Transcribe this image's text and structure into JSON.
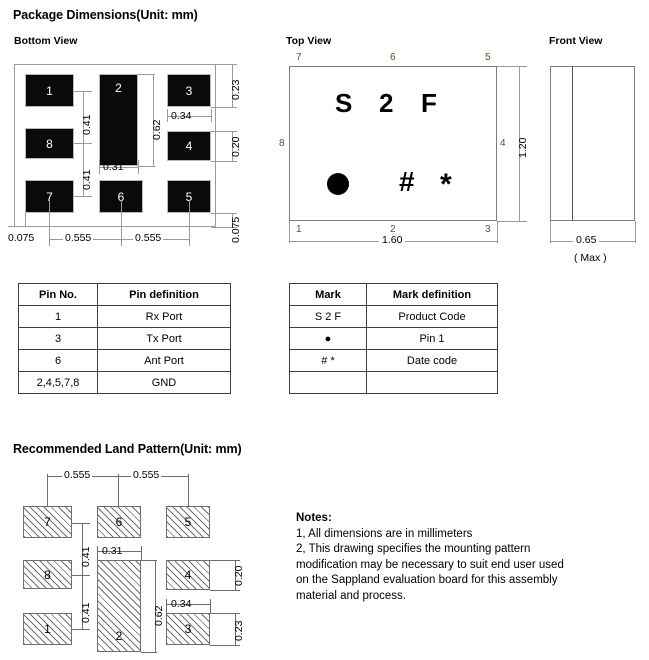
{
  "section1": {
    "title": "Package Dimensions(Unit: mm)",
    "views": {
      "bottom": {
        "label": "Bottom View"
      },
      "top": {
        "label": "Top View"
      },
      "front": {
        "label": "Front View"
      }
    }
  },
  "bottom_view": {
    "pads": [
      {
        "label": "1"
      },
      {
        "label": "2"
      },
      {
        "label": "3"
      },
      {
        "label": "8"
      },
      {
        "label": "4"
      },
      {
        "label": "7"
      },
      {
        "label": "6"
      },
      {
        "label": "5"
      }
    ],
    "dimensions": {
      "pitch_v1": "0.41",
      "pitch_v2": "0.41",
      "pad2_height": "0.62",
      "pad2_width": "0.31",
      "pad3_width": "0.34",
      "gap_top": "0.23",
      "gap_mid": "0.20",
      "gap_bottom": "0.075",
      "edge_left": "0.075",
      "pitch_h1": "0.555",
      "pitch_h2": "0.555"
    }
  },
  "top_view": {
    "pins_top": [
      "7",
      "6",
      "5"
    ],
    "pins_bottom": [
      "1",
      "2",
      "3"
    ],
    "pin_left": "8",
    "pin_right": "4",
    "marking_code": [
      "S",
      "2",
      "F"
    ],
    "marking_symbols": [
      "●",
      "#",
      "*"
    ],
    "dimensions": {
      "width": "1.60",
      "height": "1.20"
    }
  },
  "front_view": {
    "dimensions": {
      "width": "0.65"
    },
    "note": "( Max )"
  },
  "pin_table": {
    "headers": [
      "Pin No.",
      "Pin definition"
    ],
    "rows": [
      {
        "no": "1",
        "def": "Rx Port"
      },
      {
        "no": "3",
        "def": "Tx Port"
      },
      {
        "no": "6",
        "def": "Ant Port"
      },
      {
        "no": "2,4,5,7,8",
        "def": "GND"
      }
    ]
  },
  "mark_table": {
    "headers": [
      "Mark",
      "Mark definition"
    ],
    "rows": [
      {
        "mark": "S 2 F",
        "def": "Product Code"
      },
      {
        "mark": "●",
        "def": "Pin 1"
      },
      {
        "mark": "# *",
        "def": "Date code"
      },
      {
        "mark": "",
        "def": ""
      }
    ]
  },
  "section2": {
    "title": "Recommended Land Pattern(Unit: mm)",
    "pads": [
      {
        "label": "7"
      },
      {
        "label": "6"
      },
      {
        "label": "5"
      },
      {
        "label": "8"
      },
      {
        "label": "2"
      },
      {
        "label": "4"
      },
      {
        "label": "1"
      },
      {
        "label": "3"
      }
    ],
    "dimensions": {
      "pitch_h1": "0.555",
      "pitch_h2": "0.555",
      "pitch_v1": "0.41",
      "pitch_v2": "0.41",
      "pad2_width": "0.31",
      "pad2_height": "0.62",
      "pad4_height": "0.20",
      "pad3_width": "0.34",
      "pad3_height": "0.23"
    }
  },
  "notes": {
    "heading": "Notes:",
    "lines": [
      "1, All dimensions are in millimeters",
      "2, This drawing specifies the mounting pattern",
      "modification may be necessary to suit end user used",
      "on the Sappland evaluation board for this assembly",
      "material and process."
    ]
  }
}
